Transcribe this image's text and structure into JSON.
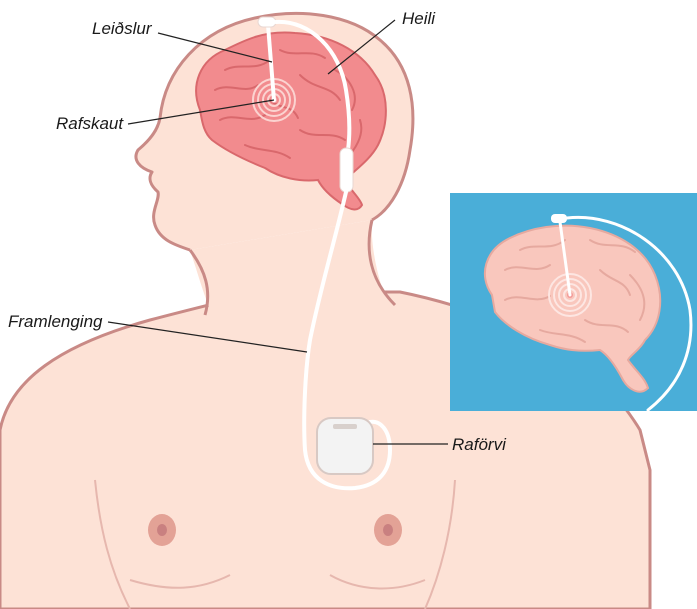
{
  "labels": {
    "lead": "Leiðslur",
    "brain": "Heili",
    "electrode": "Rafskaut",
    "extension": "Framlenging",
    "stimulator": "Raförvi"
  },
  "colors": {
    "skin": "#fde2d6",
    "skin_outline": "#c98a86",
    "brain": "#f28b8e",
    "brain_fold": "#d9686c",
    "inset_background": "#4aaed8",
    "inset_brain": "#f9c7bd",
    "wire": "#ffffff",
    "device": "#f3f3f3",
    "nipple": "#e3a296",
    "leader_line": "#222222"
  }
}
